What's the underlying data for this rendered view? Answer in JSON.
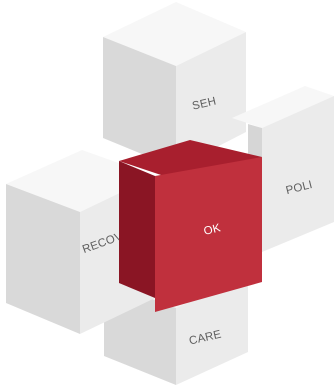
{
  "diagram": {
    "blocks": {
      "top": {
        "label": "SEH"
      },
      "right": {
        "label": "POLI"
      },
      "left": {
        "label": "RECOVERY"
      },
      "bottom": {
        "label": "CARE"
      },
      "center": {
        "label": "OK"
      }
    }
  },
  "colors": {
    "accent_front": "#c0303d",
    "accent_side": "#8a1524",
    "accent_top": "#a81f2e",
    "block_front": "#ececec",
    "block_side": "#d7d7d7",
    "block_top": "#f7f7f7",
    "label": "#5e5e5e"
  }
}
